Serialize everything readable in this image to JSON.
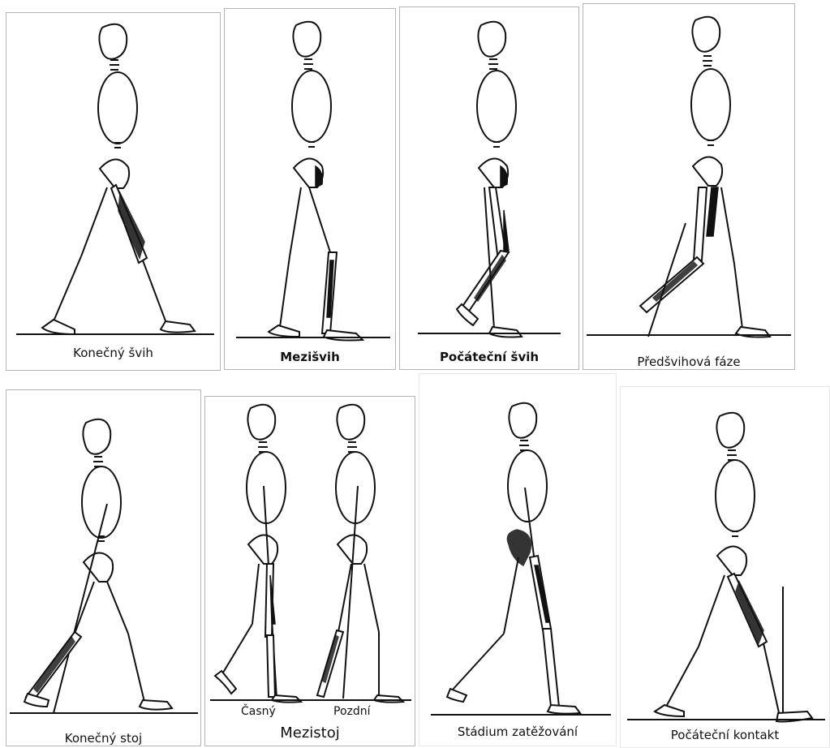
{
  "panels_top": [
    {
      "caption": "Konečný švih"
    },
    {
      "caption": "Mezišvih"
    },
    {
      "caption": "Počáteční švih"
    },
    {
      "caption": "Předšvihová fáze"
    }
  ],
  "panels_bottom": [
    {
      "caption": "Konečný stoj"
    },
    {
      "caption": "Mezistoj",
      "sublabels": [
        "Časný",
        "Pozdní"
      ]
    },
    {
      "caption": "Stádium zatěžování"
    },
    {
      "caption": "Počáteční kontakt"
    }
  ]
}
